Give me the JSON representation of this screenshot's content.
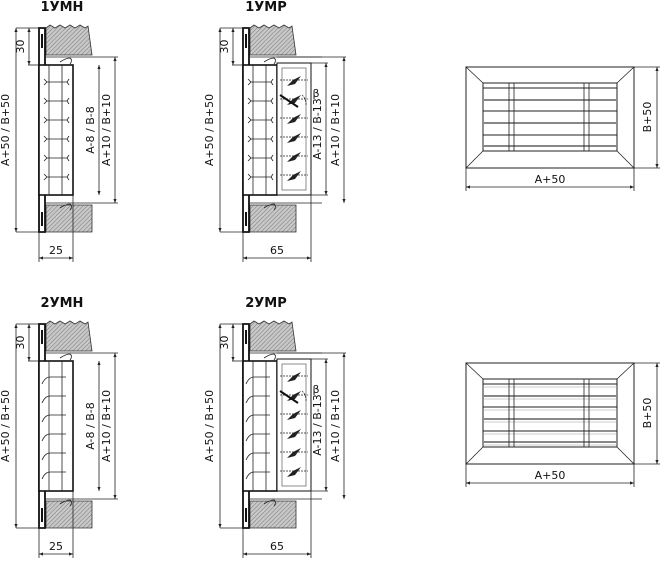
{
  "sections": [
    {
      "id": "1umn",
      "title": "1УМН",
      "type": "fixed",
      "blade": "straight",
      "dims": {
        "overall": "A+50 / B+50",
        "flange": "30",
        "inner": "A-8 / B-8",
        "opening": "A+10 / B+10",
        "depth": "25"
      }
    },
    {
      "id": "1umr",
      "title": "1УМР",
      "type": "damper",
      "blade": "straight",
      "dims": {
        "overall": "A+50 / B+50",
        "flange": "30",
        "inner": "A-13 / B-13",
        "opening": "A+10 / B+10",
        "depth": "65",
        "angle": "β"
      }
    },
    {
      "id": "2umn",
      "title": "2УМН",
      "type": "fixed",
      "blade": "curved",
      "dims": {
        "overall": "A+50 / B+50",
        "flange": "30",
        "inner": "A-8 / B-8",
        "opening": "A+10 / B+10",
        "depth": "25"
      }
    },
    {
      "id": "2umr",
      "title": "2УМР",
      "type": "damper",
      "blade": "curved",
      "dims": {
        "overall": "A+50 / B+50",
        "flange": "30",
        "inner": "A-13 / B-13",
        "opening": "A+10 / B+10",
        "depth": "65",
        "angle": "β"
      }
    }
  ],
  "front_views": [
    {
      "width_label": "A+50",
      "height_label": "B+50"
    },
    {
      "width_label": "A+50",
      "height_label": "B+50"
    }
  ]
}
